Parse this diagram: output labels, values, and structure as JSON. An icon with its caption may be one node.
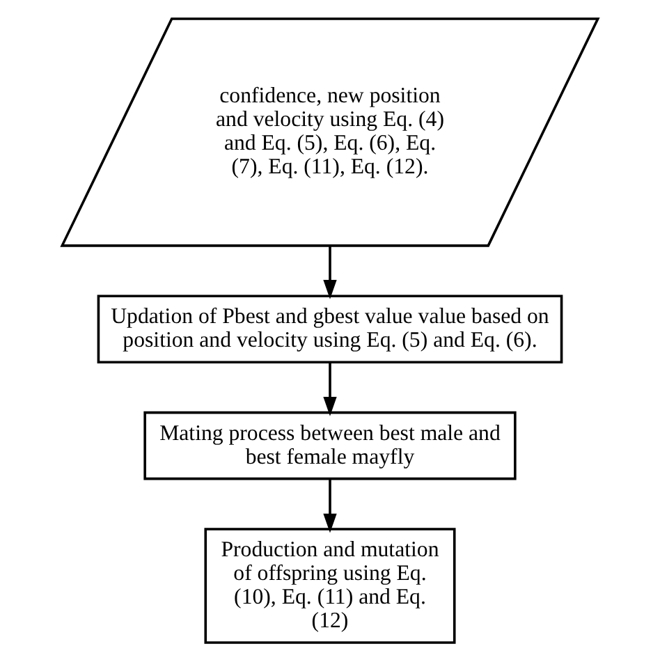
{
  "diagram": {
    "nodes": [
      {
        "text": [
          "confidence, new position and velocity using Eq. (4) and Eq. (5), Eq. (6), Eq. (7), Eq. (11), Eq. (12)."
        ]
      },
      {
        "text": [
          "Updation of Pbest and gbest value value based on position and velocity using Eq. (5) and Eq. (6)."
        ]
      },
      {
        "text": [
          "Mating process between best male and best female mayfly"
        ]
      },
      {
        "text": [
          "Production and mutation  of offspring using Eq. (10), Eq. (11) and Eq. (12)"
        ]
      }
    ],
    "edges": [
      {
        "from": 0,
        "to": 1,
        "arrow": "to"
      },
      {
        "from": 1,
        "to": 2,
        "arrow": "to"
      },
      {
        "from": 2,
        "to": 3,
        "arrow": "to"
      }
    ]
  }
}
